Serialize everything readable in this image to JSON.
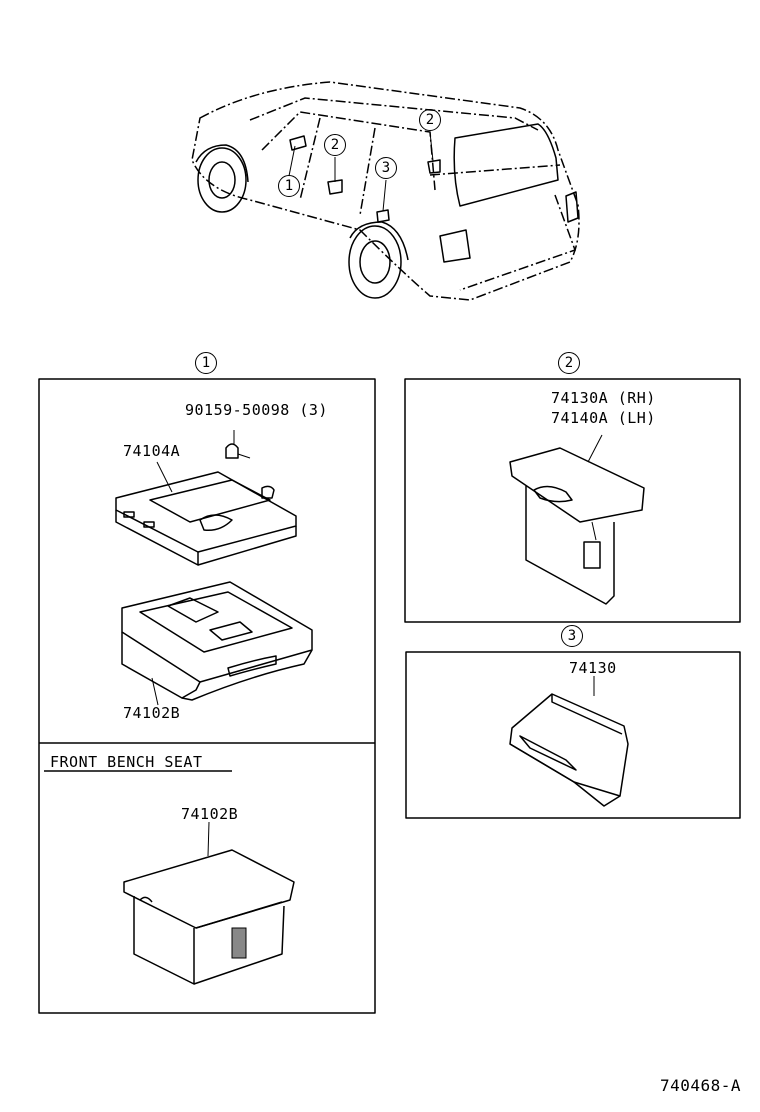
{
  "callouts": {
    "one": "1",
    "two": "2",
    "three": "3"
  },
  "group1": {
    "bolt_part": "90159-50098 (3)",
    "bracket_part": "74104A",
    "ashtray_part": "74102B",
    "subsection_title": "FRONT BENCH SEAT",
    "bench_part": "74102B"
  },
  "group2": {
    "part_rh": "74130A (RH)",
    "part_lh": "74140A (LH)"
  },
  "group3": {
    "part": "74130"
  },
  "illustration_id": "740468-A"
}
